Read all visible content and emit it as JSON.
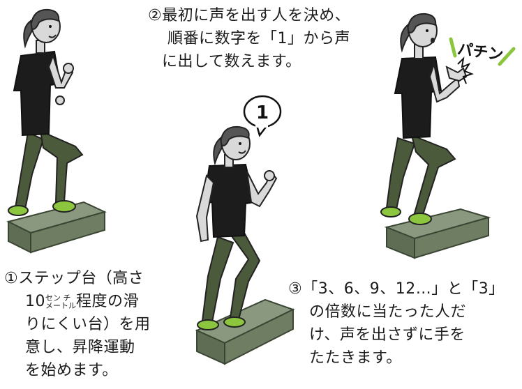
{
  "steps": [
    {
      "id": 1,
      "lines": [
        "①ステップ台（高さ",
        "10",
        "程度の滑",
        "りにくい台）を用",
        "意し、昇降運動",
        "を始めます。"
      ],
      "ruby_top": "セン チ",
      "ruby_bottom": "メートル"
    },
    {
      "id": 2,
      "lines": [
        "②最初に声を出す人を決め、",
        "順番に数字を「1」から声",
        "に出して数えます。"
      ],
      "bubble": "1"
    },
    {
      "id": 3,
      "lines": [
        "③「3、6、9、12…」と「3」",
        "の倍数に当たった人だ",
        "け、声を出さずに手を",
        "たたきます。"
      ],
      "sfx": "パチン"
    }
  ],
  "colors": {
    "shirt": "#1c1c1c",
    "pants": "#4a5a3a",
    "skin": "#d9d9d9",
    "step": "#6f7d63",
    "shoe": "#8cc63f",
    "accent": "#8cc63f"
  }
}
